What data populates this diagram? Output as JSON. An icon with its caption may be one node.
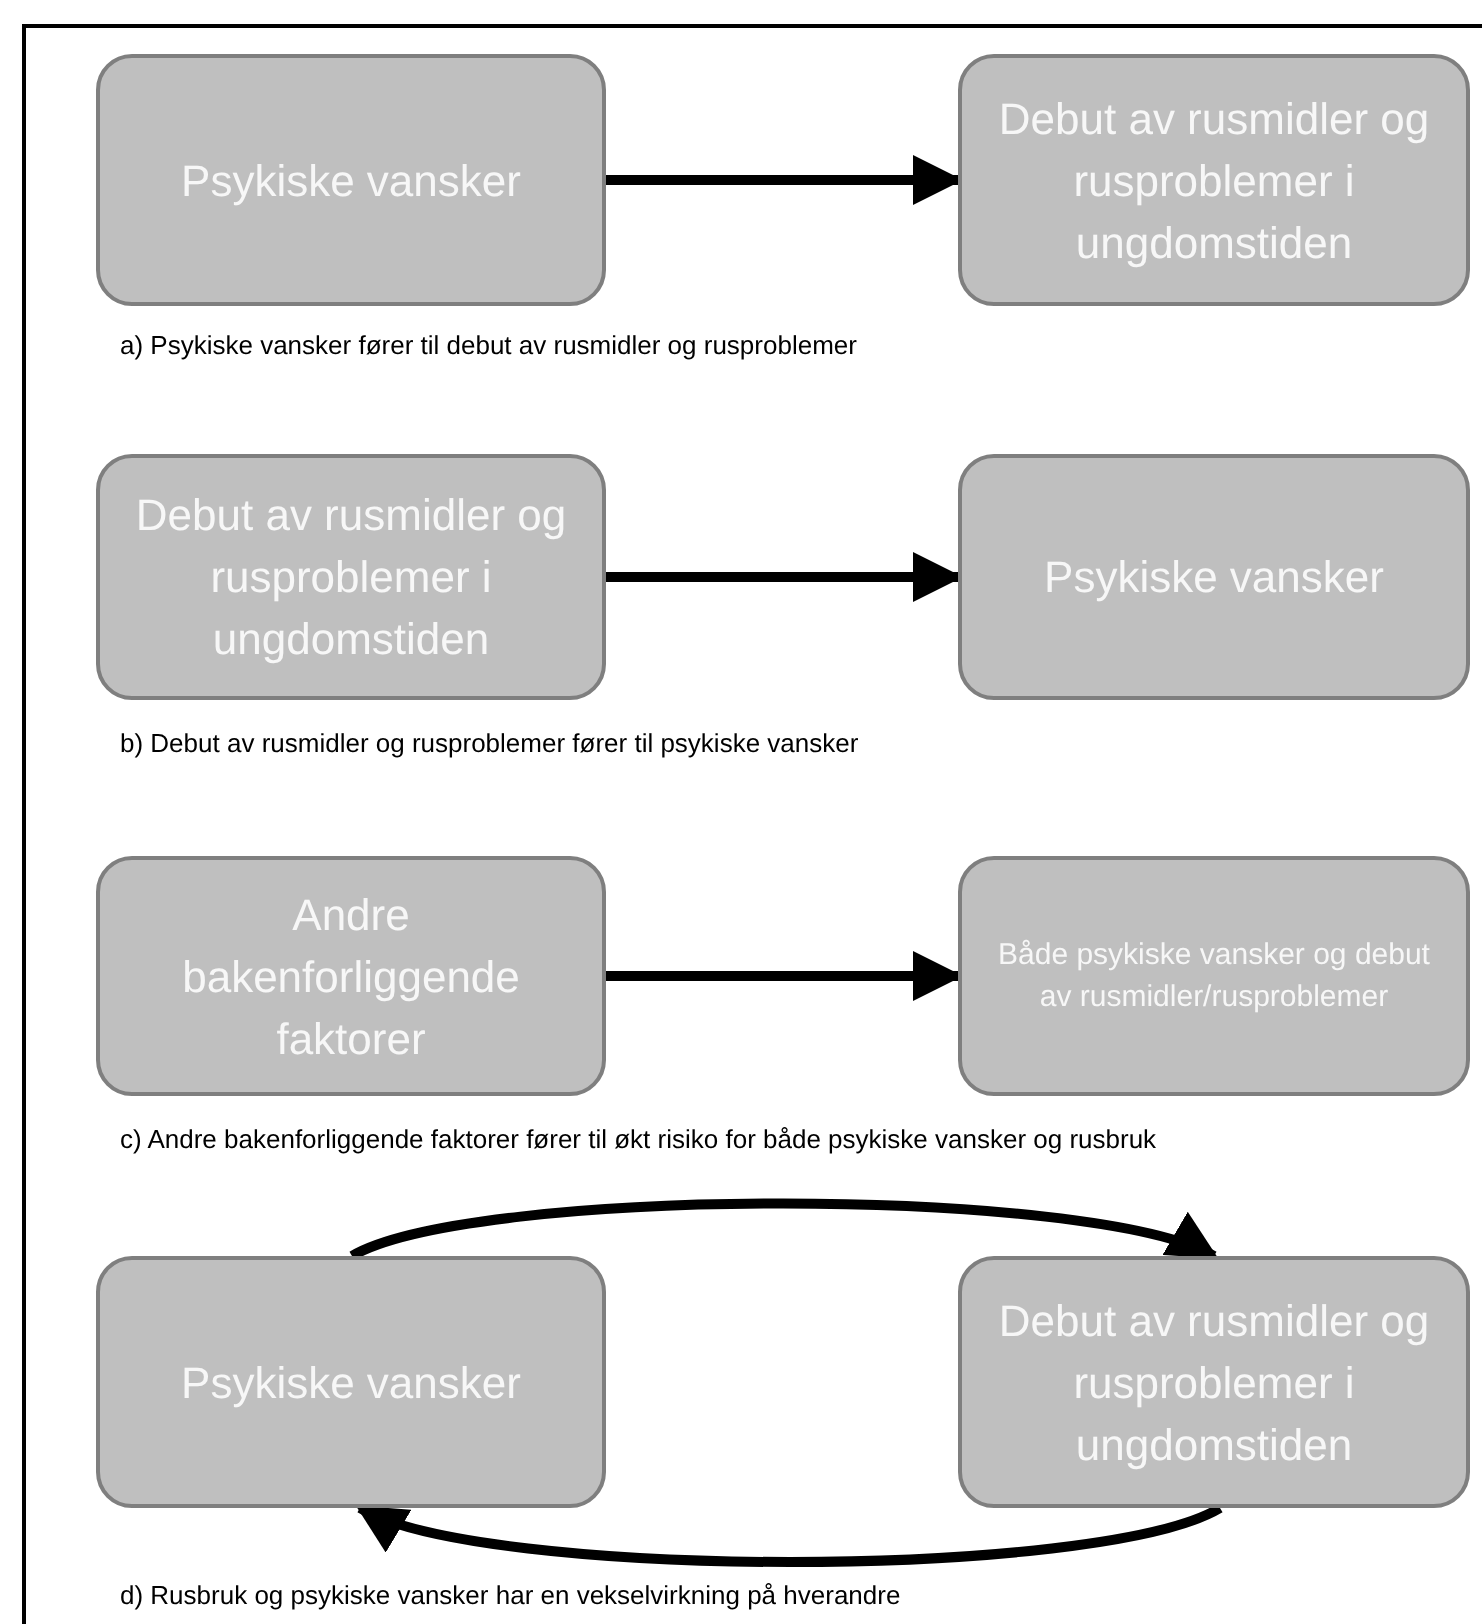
{
  "diagram": {
    "nodes": [
      {
        "text": [
          "Psykiske vansker"
        ]
      },
      {
        "text": [
          "Debut av rusmidler og rusproblemer i ungdomstiden"
        ]
      },
      {
        "text": [
          "Debut av rusmidler og rusproblemer i ungdomstiden"
        ]
      },
      {
        "text": [
          "Psykiske vansker"
        ]
      },
      {
        "text": [
          "Andre bakenforliggende faktorer"
        ]
      },
      {
        "text": [
          "Både psykiske vansker og debut av rusmidler/rusproblemer"
        ]
      },
      {
        "text": [
          "Psykiske vansker"
        ]
      },
      {
        "text": [
          "Debut av rusmidler og rusproblemer i ungdomstiden"
        ]
      }
    ],
    "edges": [
      {
        "from": 0,
        "to": 1,
        "arrow": "to"
      },
      {
        "from": 2,
        "to": 3,
        "arrow": "to"
      },
      {
        "from": 4,
        "to": 5,
        "arrow": "to"
      },
      {
        "from": 6,
        "to": 7,
        "arrow": "to"
      },
      {
        "from": 7,
        "to": 6,
        "arrow": "to"
      }
    ],
    "labels": [
      "a) Psykiske vansker fører til debut av rusmidler og rusproblemer",
      "b) Debut av rusmidler og rusproblemer fører til psykiske vansker",
      "c) Andre bakenforliggende faktorer fører til økt risiko for både psykiske vansker og rusbruk",
      "d) Rusbruk og psykiske vansker har en vekselvirkning på hverandre"
    ]
  }
}
